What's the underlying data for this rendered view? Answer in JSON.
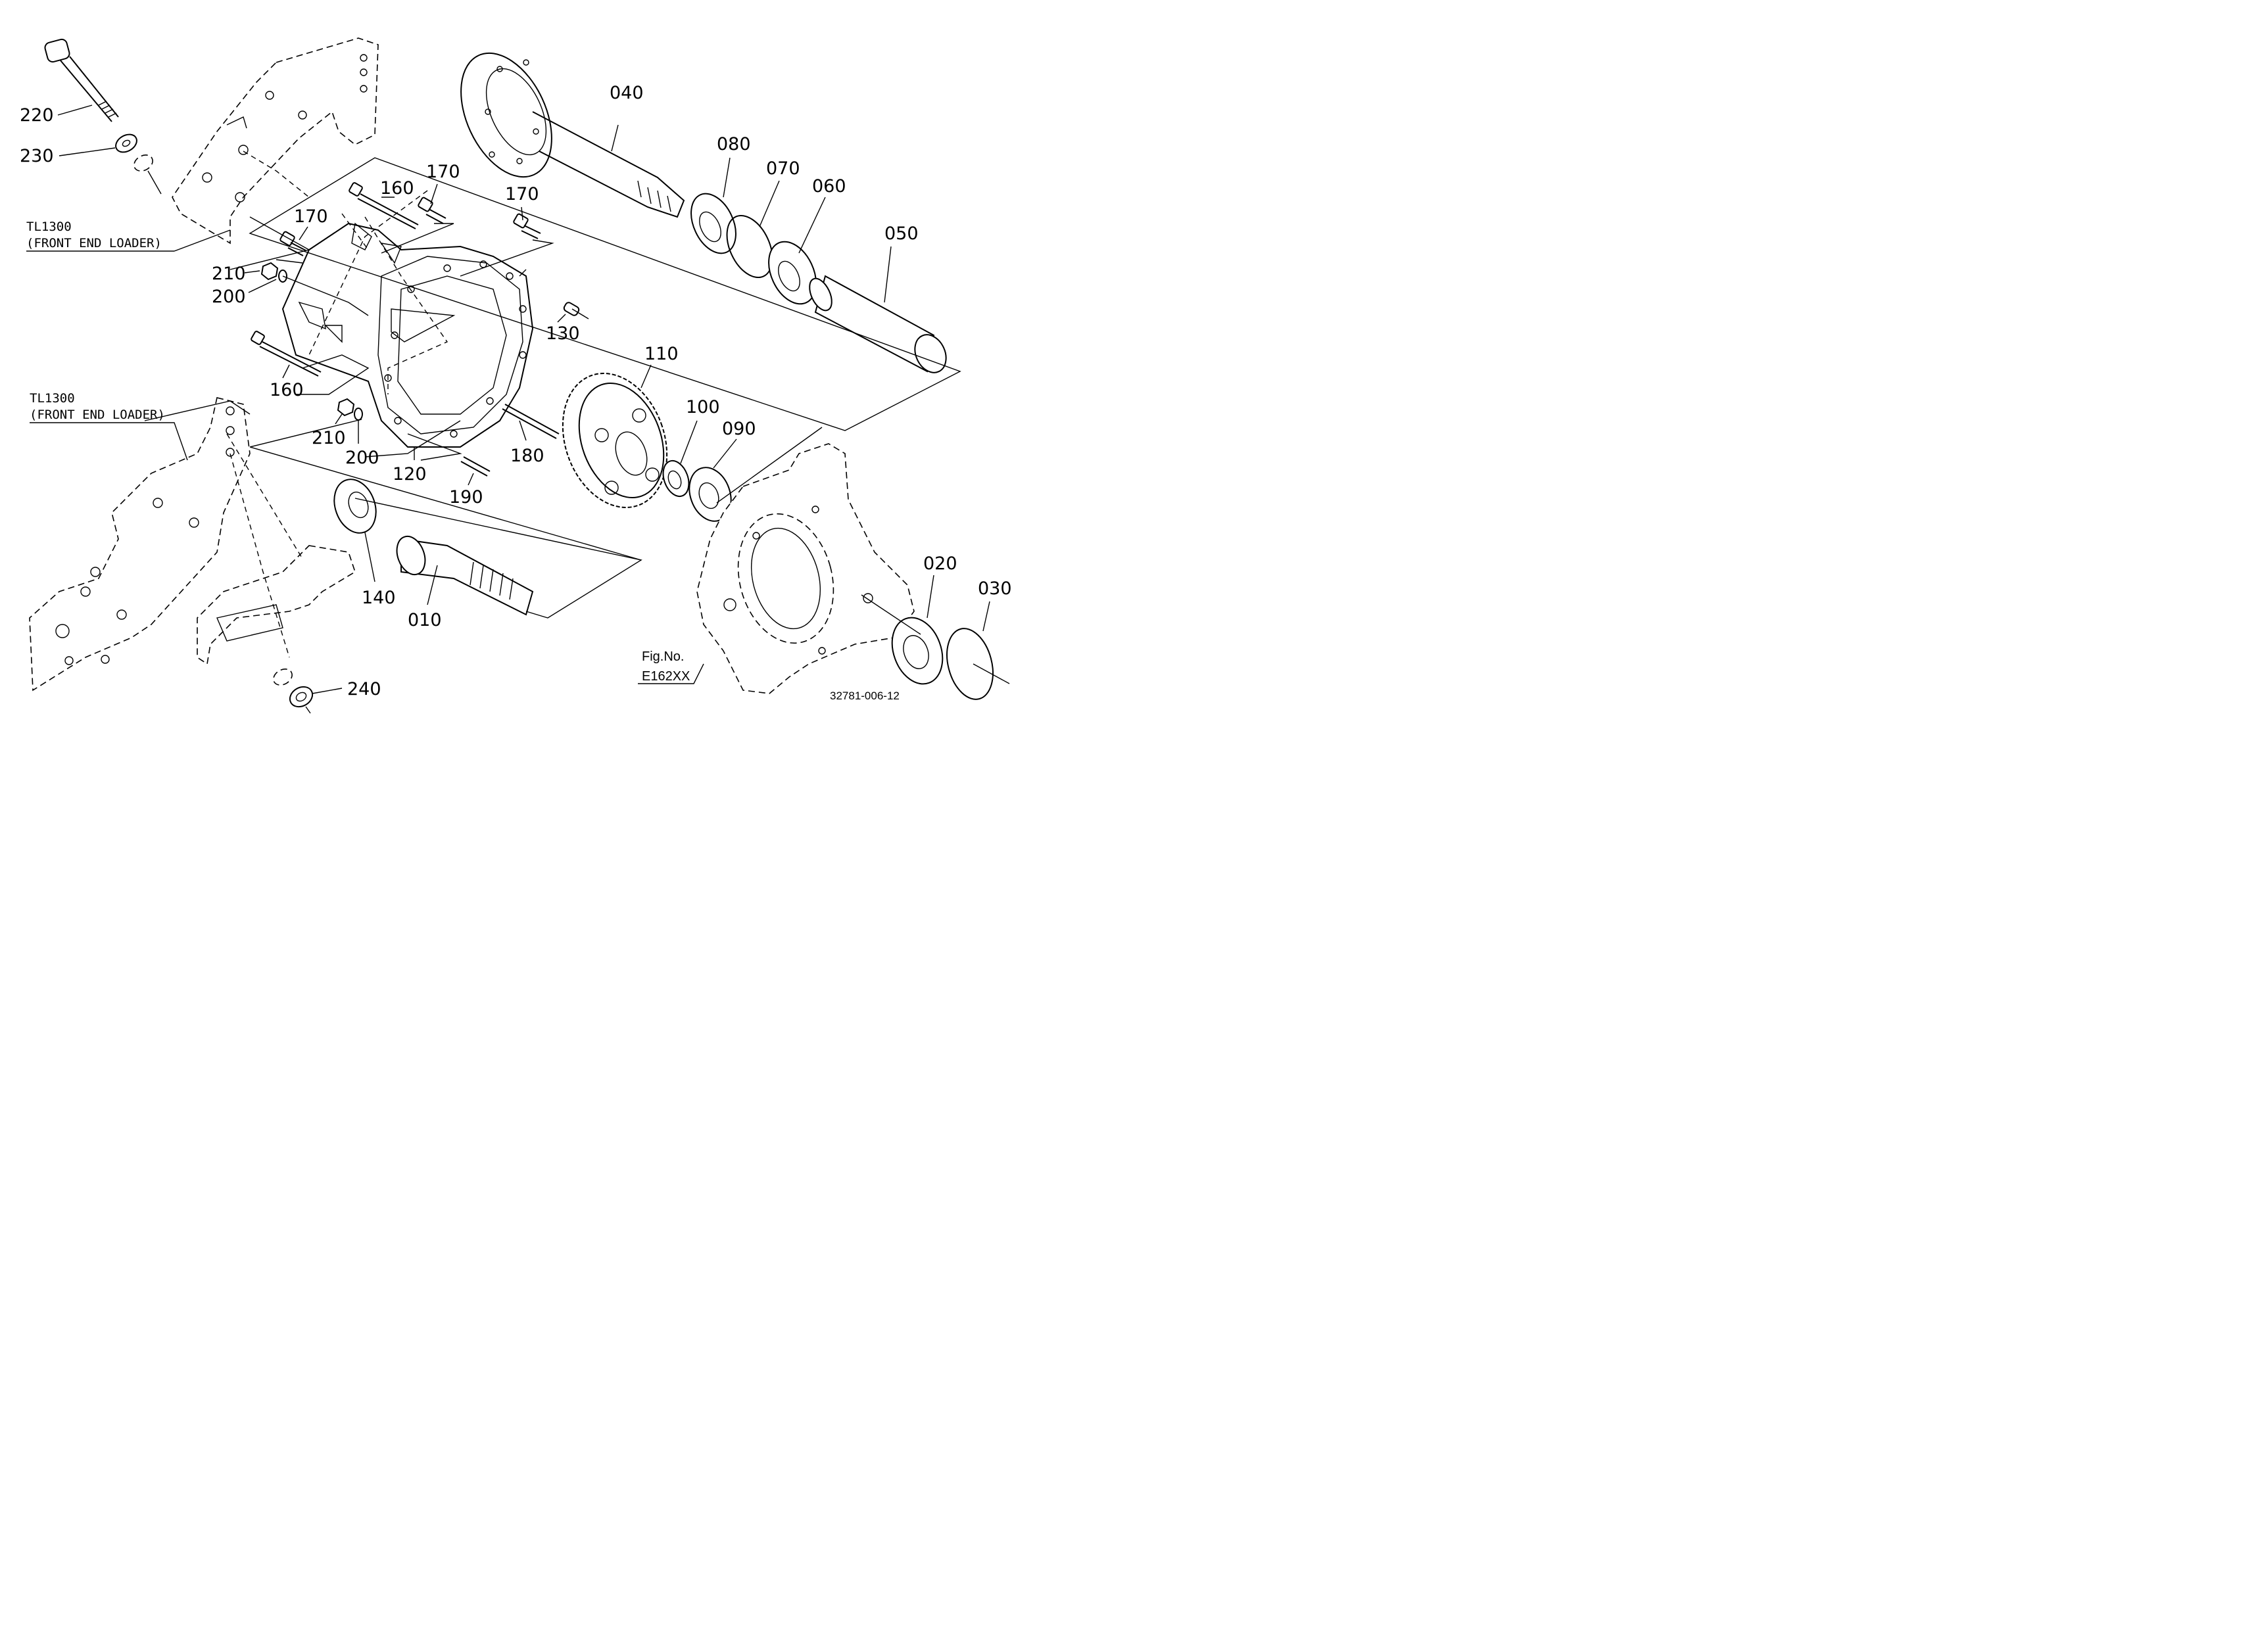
{
  "diagram": {
    "callouts": {
      "p010": "010",
      "p020": "020",
      "p030": "030",
      "p040": "040",
      "p050": "050",
      "p060": "060",
      "p070": "070",
      "p080": "080",
      "p090": "090",
      "p100": "100",
      "p110": "110",
      "p120": "120",
      "p130": "130",
      "p140": "140",
      "p160a": "160",
      "p160b": "160",
      "p170a": "170",
      "p170b": "170",
      "p170c": "170",
      "p180": "180",
      "p190": "190",
      "p200a": "200",
      "p200b": "200",
      "p210a": "210",
      "p210b": "210",
      "p220": "220",
      "p230": "230",
      "p240": "240"
    },
    "notes": {
      "top_model": "TL1300",
      "top_desc": "(FRONT END LOADER)",
      "bottom_model": "TL1300",
      "bottom_desc": "(FRONT END LOADER)"
    },
    "fig_ref": {
      "label": "Fig.No.",
      "code": "E162XX"
    },
    "drawing_number": "32781-006-12"
  }
}
